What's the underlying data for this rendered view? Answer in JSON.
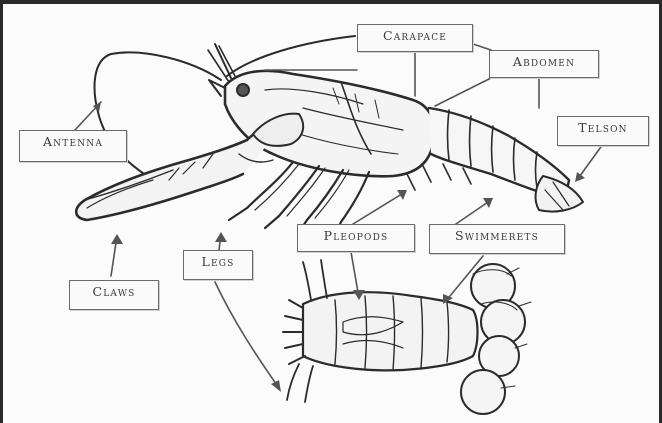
{
  "labels": {
    "carapace": "Carapace",
    "abdomen": "Abdomen",
    "antenna": "Antenna",
    "telson": "Telson",
    "pleopods": "Pleopods",
    "swimmerets": "Swimmerets",
    "legs": "Legs",
    "claws": "Claws"
  },
  "colors": {
    "ink": "#2b2b2b",
    "label_border": "#6a6a6a",
    "label_text": "#3a3a3a",
    "frame": "#2a2a2a"
  }
}
